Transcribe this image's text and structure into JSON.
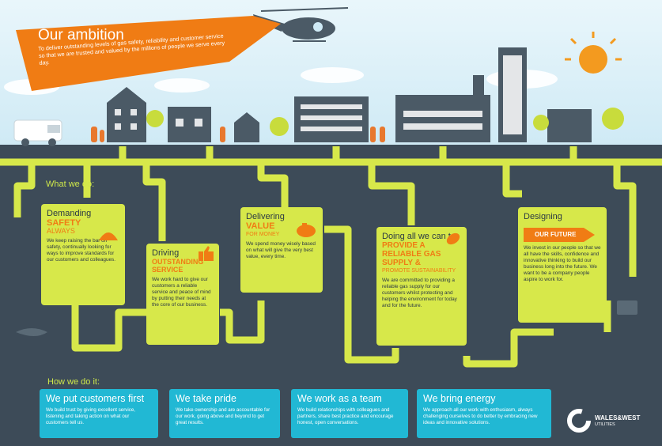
{
  "ambition": {
    "title": "Our ambition",
    "text": "To deliver outstanding levels of gas safety, reliability and customer service so that we are trusted and valued by the millions of people we serve every day."
  },
  "what_we_do": {
    "heading": "What we do:",
    "items": [
      {
        "l1": "Demanding",
        "l2": "SAFETY",
        "l3": "ALWAYS",
        "body": "We keep raising the bar on safety, continually looking for ways to improve standards for our customers and colleagues."
      },
      {
        "l1": "Driving",
        "l2": "OUTSTANDING SERVICE",
        "l3": "",
        "body": "We work hard to give our customers a reliable service and peace of mind by putting their needs at the core of our business."
      },
      {
        "l1": "Delivering",
        "l2": "VALUE",
        "l3": "FOR MONEY",
        "body": "We spend money wisely based on what will give the very best value, every time."
      },
      {
        "l1": "Doing all we can to",
        "l2": "PROVIDE A RELIABLE GAS SUPPLY &",
        "l3": "PROMOTE SUSTAINABILITY",
        "body": "We are committed to providing a reliable gas supply for our customers whilst protecting and helping the environment for today and for the future."
      },
      {
        "l1": "Designing",
        "l2": "OUR FUTURE",
        "l3": "",
        "body": "We invest in our people so that we all have the skills, confidence and innovative thinking to build our business long into the future. We want to be a company people aspire to work for."
      }
    ]
  },
  "how_we_do": {
    "heading": "How we do it:",
    "tiles": [
      {
        "title": "We put customers first",
        "body": "We build trust by giving excellent service, listening and taking action on what our customers tell us."
      },
      {
        "title": "We take pride",
        "body": "We take ownership and are accountable for our work, going above and beyond to get great results."
      },
      {
        "title": "We work as a team",
        "body": "We build relationships with colleagues and partners, share best practice and encourage honest, open conversations."
      },
      {
        "title": "We bring energy",
        "body": "We approach all our work with enthusiasm, always challenging ourselves to do better by embracing new ideas and innovative solutions."
      }
    ]
  },
  "logo": {
    "line1": "WALES&WEST",
    "line2": "UTILITIES"
  },
  "colors": {
    "pipe": "#d7e84a",
    "orange": "#f07c14",
    "ground": "#3d4b58",
    "tile": "#21b8d4"
  },
  "icons": [
    "helicopter-icon",
    "sun-icon",
    "van-icon",
    "hard-hat-icon",
    "thumbs-up-icon",
    "piggy-bank-icon",
    "leaf-icon",
    "treasure-chest-icon",
    "fossil-icon"
  ]
}
